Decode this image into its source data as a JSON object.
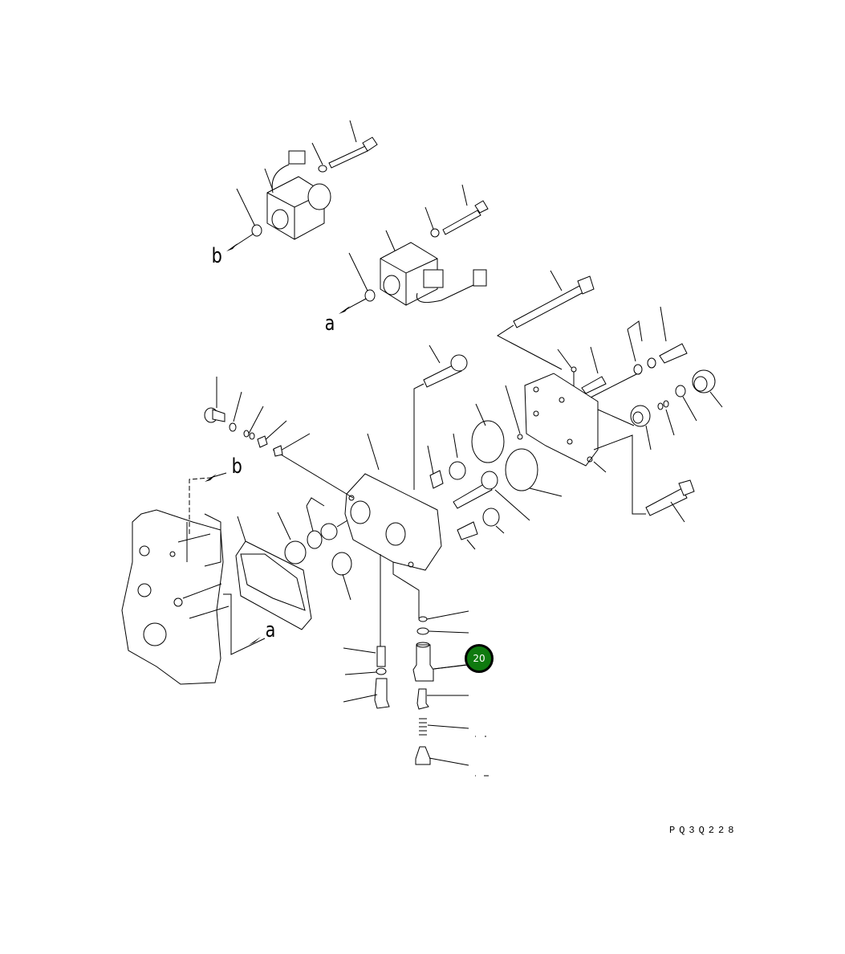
{
  "diagram": {
    "type": "exploded-parts-diagram",
    "drawing_number": "PQ3Q228",
    "reference_labels": {
      "b_top": "b",
      "a_top": "a",
      "b_housing": "b",
      "a_housing": "a"
    },
    "callouts": [
      {
        "number": "20",
        "color": "#0f7a0f",
        "border_color": "#000000",
        "text_color": "#ffffff"
      }
    ]
  }
}
